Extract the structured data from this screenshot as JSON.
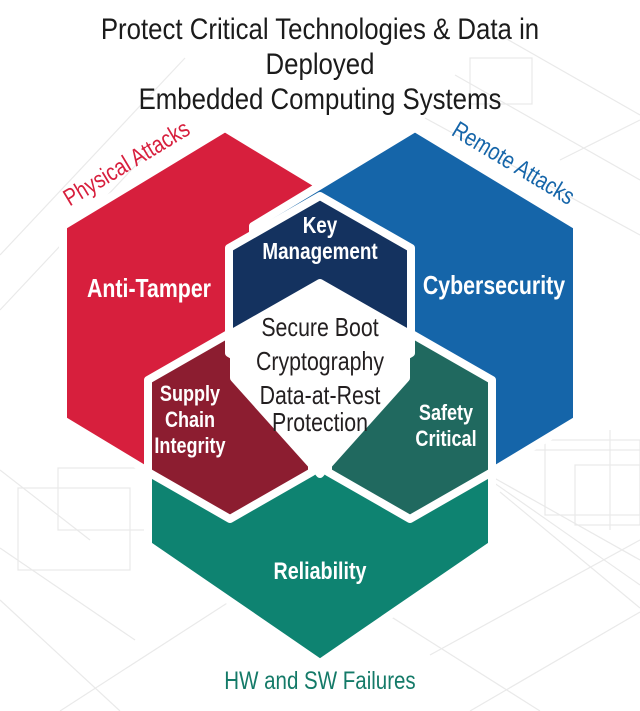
{
  "title": {
    "line1": "Protect Critical Technologies & Data in Deployed",
    "line2": "Embedded Computing Systems"
  },
  "colors": {
    "red": "#D71F3D",
    "blue": "#1565A9",
    "navy": "#14325F",
    "maroon": "#8C1D30",
    "teal": "#20695F",
    "green": "#0E8371",
    "center_fill": "#FFFFFF",
    "title_text": "#1B1B1B",
    "center_text": "#231F20",
    "physical_label": "#D71F3D",
    "remote_label": "#1565A9",
    "failures_label": "#147A68"
  },
  "hexagons": {
    "anti_tamper": {
      "label": "Anti-Tamper"
    },
    "cybersecurity": {
      "label": "Cybersecurity"
    },
    "key_management": {
      "lines": [
        "Key",
        "Management"
      ]
    },
    "supply_chain": {
      "lines": [
        "Supply",
        "Chain",
        "Integrity"
      ]
    },
    "safety_critical": {
      "lines": [
        "Safety",
        "Critical"
      ]
    },
    "reliability": {
      "label": "Reliability"
    }
  },
  "center": {
    "items": [
      "Secure Boot",
      "Cryptography",
      "Data-at-Rest Protection"
    ]
  },
  "annotations": {
    "physical": "Physical Attacks",
    "remote": "Remote Attacks",
    "failures": "HW and SW Failures"
  }
}
